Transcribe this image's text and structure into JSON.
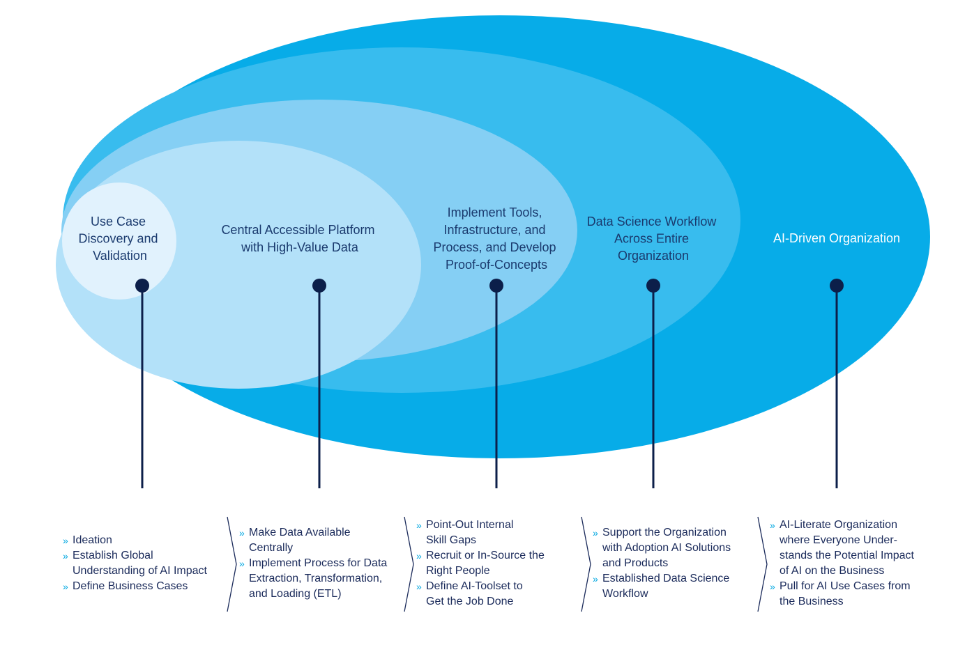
{
  "colors": {
    "ring5": "#07ace8",
    "ring4": "#38bcee",
    "ring3": "#85cff4",
    "ring2": "#b3e1f9",
    "ring1": "#e1f2fd",
    "text_dark": "#1a3a6e",
    "text_light": "#ffffff",
    "connector": "#0c1f4a",
    "chevron": "#1a2a5a"
  },
  "stages": [
    {
      "title_lines": [
        "Use Case",
        "Discovery and",
        "Validation"
      ],
      "bullets": [
        "Ideation",
        "Establish Global\nUnderstanding of AI Impact",
        "Define Business Cases"
      ]
    },
    {
      "title_lines": [
        "Central Accessible Platform",
        "with High-Value Data"
      ],
      "bullets": [
        "Make Data Available\nCentrally",
        "Implement Process for Data\nExtraction, Transformation,\nand Loading (ETL)"
      ]
    },
    {
      "title_lines": [
        "Implement Tools,",
        "Infrastructure, and",
        "Process, and Develop",
        "Proof-of-Concepts"
      ],
      "bullets": [
        "Point-Out Internal\nSkill Gaps",
        "Recruit or In-Source the\nRight People",
        "Define AI-Toolset to\nGet the Job Done"
      ]
    },
    {
      "title_lines": [
        "Data Science Workflow",
        "Across Entire",
        "Organization"
      ],
      "bullets": [
        "Support the Organization\nwith Adoption AI Solutions\nand Products",
        "Established Data Science\nWorkflow"
      ]
    },
    {
      "title_lines": [
        "AI-Driven Organization"
      ],
      "bullets": [
        "AI-Literate Organization\nwhere Everyone Under-\nstands the Potential Impact\nof AI on the Business",
        "Pull for AI Use Cases from\nthe Business"
      ]
    }
  ]
}
